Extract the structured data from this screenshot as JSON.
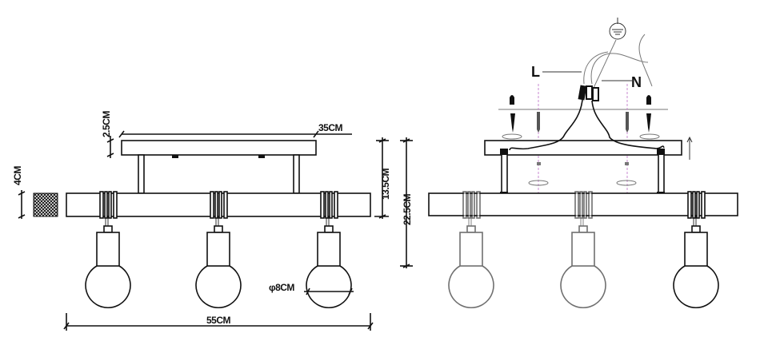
{
  "dimensions": {
    "canopy_height": "2.5CM",
    "canopy_width": "35CM",
    "bar_section": "4CM",
    "canopy_to_bar": "13.5CM",
    "total_height": "22.5CM",
    "bulb_diameter": "φ8CM",
    "bar_length": "55CM"
  },
  "wiring": {
    "live": "L",
    "neutral": "N"
  },
  "colors": {
    "line": "#111111",
    "guide": "#c98ad0"
  }
}
